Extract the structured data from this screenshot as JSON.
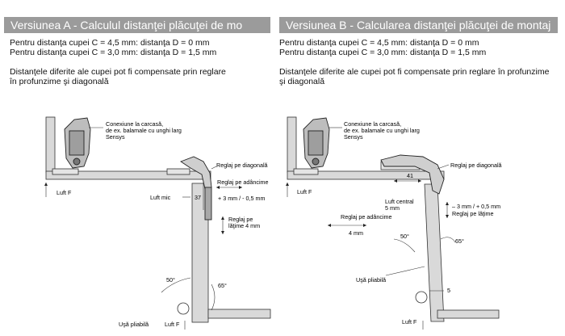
{
  "colors": {
    "title_bar": "#9b9b9b",
    "wood": "#d9d9d9",
    "line": "#333333"
  },
  "versionA": {
    "title": "Versiunea  A - Calculul distanţei plăcuţei de mo",
    "line1": "Pentru distanţa cupei C = 4,5 mm: distanţa D = 0 mm",
    "line2": "Pentru distanţa cupei C = 3,0 mm: distanţa D = 1,5 mm",
    "note1": "Distanţele diferite ale cupei pot fi compensate prin reglare",
    "note2": "în profunzime şi diagonală",
    "labels": {
      "conexiune1": "Conexiune la carcasă,",
      "conexiune2": "de ex. balamale cu unghi larg",
      "conexiune3": "Sensys",
      "luft_f": "Luft F",
      "luft_mic": "Luft mic",
      "dim37": "37",
      "reglaj_diag": "Reglaj pe diagonală",
      "reglaj_adanc": "Reglaj pe adâncime",
      "adanc_val": "+ 3 mm /  - 0,5 mm",
      "reglaj_lat1": "Reglaj pe",
      "reglaj_lat2": "lăţime 4 mm",
      "angle50": "50°",
      "angle65": "65°",
      "usa": "Uşă pliabilă",
      "luft_f_bottom": "Luft F"
    }
  },
  "versionB": {
    "title": "Versiunea B - Calcularea distanţei plăcuţei de montaj",
    "line1": "Pentru distanţa cupei C = 4,5 mm: distanţa D = 0 mm",
    "line2": "Pentru distanţa cupei C = 3,0 mm: distanţa D = 1,5 mm",
    "note1": "Distanţele diferite ale cupei pot fi compensate prin reglare în profunzime",
    "note2": "şi diagonală",
    "labels": {
      "conexiune1": "Conexiune la carcasă,",
      "conexiune2": "de ex. balamale cu unghi larg",
      "conexiune3": "Sensys",
      "luft_f": "Luft F",
      "dim41": "41",
      "reglaj_diag": "Reglaj pe diagonală",
      "luft_central1": "Luft central",
      "luft_central2": "5 mm",
      "lat_val": "– 3 mm / + 0,5 mm",
      "reglaj_lat": "Reglaj pe lăţime",
      "reglaj_adanc": "Reglaj pe adâncime",
      "adanc_val": "4 mm",
      "angle50": "50°",
      "angle65": "65°",
      "usa": "Uşă pliabilă",
      "dim5": "5",
      "luft_f_bottom": "Luft F"
    }
  }
}
